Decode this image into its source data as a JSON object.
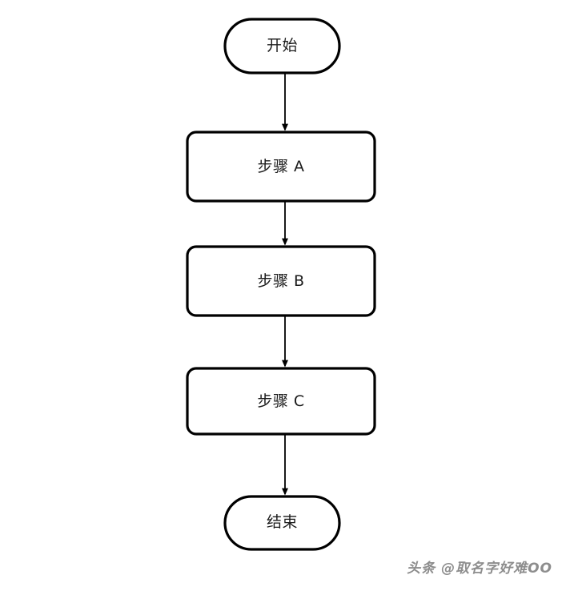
{
  "diagram": {
    "type": "flowchart",
    "orientation": "vertical",
    "background_color": "#ffffff",
    "stroke_color": "#000000",
    "fill_color": "#ffffff",
    "text_color": "#1a1a1a",
    "nodes": [
      {
        "id": "start",
        "shape": "terminator",
        "label": "开始"
      },
      {
        "id": "step-a",
        "shape": "rounded-rectangle",
        "label": "步骤 A"
      },
      {
        "id": "step-b",
        "shape": "rounded-rectangle",
        "label": "步骤 B"
      },
      {
        "id": "step-c",
        "shape": "rounded-rectangle",
        "label": "步骤 C"
      },
      {
        "id": "end",
        "shape": "terminator",
        "label": "结束"
      }
    ],
    "edges": [
      {
        "from": "start",
        "to": "step-a",
        "label": ""
      },
      {
        "from": "step-a",
        "to": "step-b",
        "label": ""
      },
      {
        "from": "step-b",
        "to": "step-c",
        "label": ""
      },
      {
        "from": "step-c",
        "to": "end",
        "label": ""
      }
    ]
  },
  "watermark": {
    "text": "头条 @取名字好难OO",
    "color": "#8d8d8d"
  }
}
